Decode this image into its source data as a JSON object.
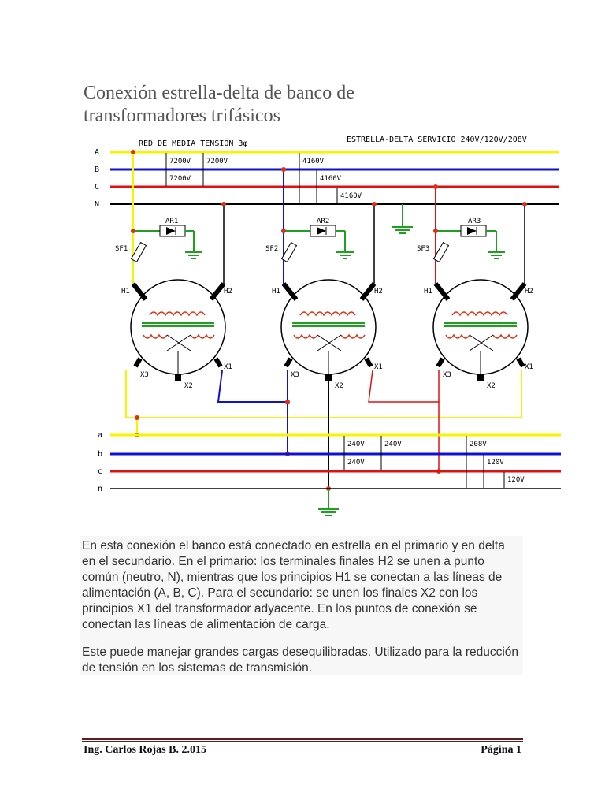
{
  "document": {
    "title_line1": "Conexión estrella-delta de banco de",
    "title_line2": "transformadores trifásicos",
    "paragraph1": "En esta conexión el banco está conectado en estrella en el primario y en delta en el secundario. En el primario: los terminales finales H2 se unen a punto común (neutro, N), mientras que los principios H1 se conectan a las líneas de alimentación (A, B, C). Para el secundario: se unen los finales X2 con los principios X1 del transformador adyacente. En los puntos de conexión se conectan las líneas de alimentación de carga.",
    "paragraph2": "Este puede manejar grandes cargas desequilibradas. Utilizado para la reducción de tensión en los sistemas de transmisión."
  },
  "diagram": {
    "header_left": "RED DE MEDIA TENSIÓN 3φ",
    "header_right": "ESTRELLA-DELTA SERVICIO 240V/120V/208V",
    "primary_lines": [
      "A",
      "B",
      "C",
      "N"
    ],
    "secondary_lines": [
      "a",
      "b",
      "c",
      "n"
    ],
    "primary_voltages": [
      "7200V",
      "7200V",
      "7200V",
      "4160V",
      "4160V",
      "4160V"
    ],
    "secondary_voltages": [
      "240V",
      "240V",
      "240V",
      "208V",
      "120V",
      "120V"
    ],
    "arresters": [
      "AR1",
      "AR2",
      "AR3"
    ],
    "fuses": [
      "SF1",
      "SF2",
      "SF3"
    ],
    "terminal_labels": {
      "h1": "H1",
      "h2": "H2",
      "x1": "X1",
      "x2": "X2",
      "x3": "X3"
    },
    "colors": {
      "phase_a": "#f5f500",
      "phase_b": "#1010d0",
      "phase_c": "#e01010",
      "neutral": "#000000",
      "ground": "#20a020",
      "node": "#e03010"
    }
  },
  "footer": {
    "author": "Ing. Carlos Rojas B. 2.015",
    "page": "Página 1"
  }
}
